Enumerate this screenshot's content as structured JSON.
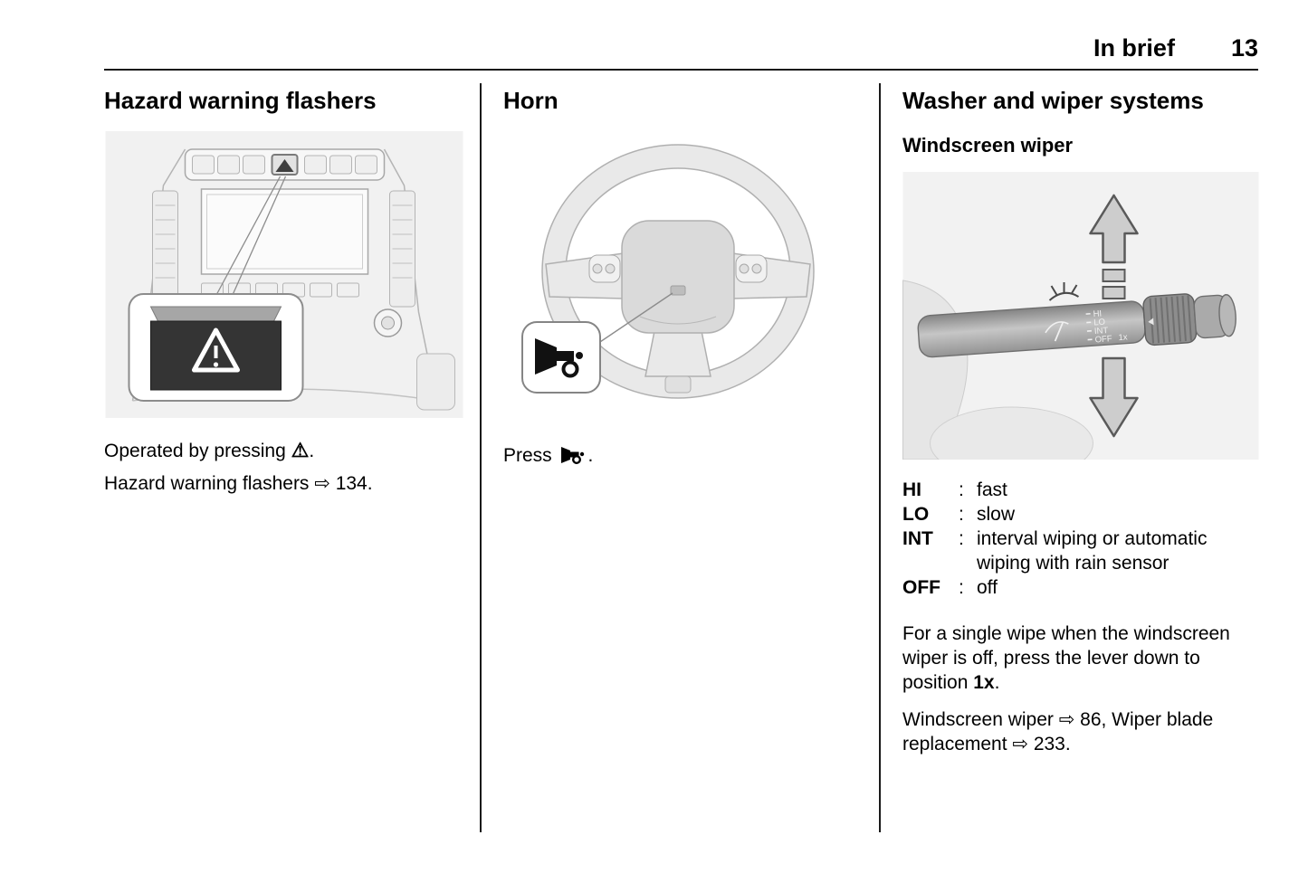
{
  "header": {
    "section_title": "In brief",
    "page_number": "13"
  },
  "hazard_section": {
    "title": "Hazard warning flashers",
    "caption_press_pre": "Operated by pressing ",
    "warning_symbol": "⚠",
    "caption_press_post": ".",
    "caption_ref": "Hazard warning flashers ⇨ 134."
  },
  "horn_section": {
    "title": "Horn",
    "caption_pre": "Press ",
    "caption_post": "."
  },
  "wiper_section": {
    "title": "Washer and wiper systems",
    "subtitle": "Windscreen wiper",
    "definitions": [
      {
        "term": "HI",
        "colon": ":",
        "definition": "fast"
      },
      {
        "term": "LO",
        "colon": ":",
        "definition": "slow"
      },
      {
        "term": "INT",
        "colon": ":",
        "definition": "interval wiping or automatic wiping with rain sensor"
      },
      {
        "term": "OFF",
        "colon": ":",
        "definition": "off"
      }
    ],
    "single_wipe_pre": "For a single wipe when the windscreen wiper is off, press the lever down to position ",
    "single_wipe_bold": "1x",
    "single_wipe_post": ".",
    "references": "Windscreen wiper ⇨ 86, Wiper blade replacement ⇨ 233.",
    "stalk_labels": {
      "hi": "HI",
      "lo": "LO",
      "int": "INT",
      "off": "OFF",
      "once": "1x"
    }
  }
}
